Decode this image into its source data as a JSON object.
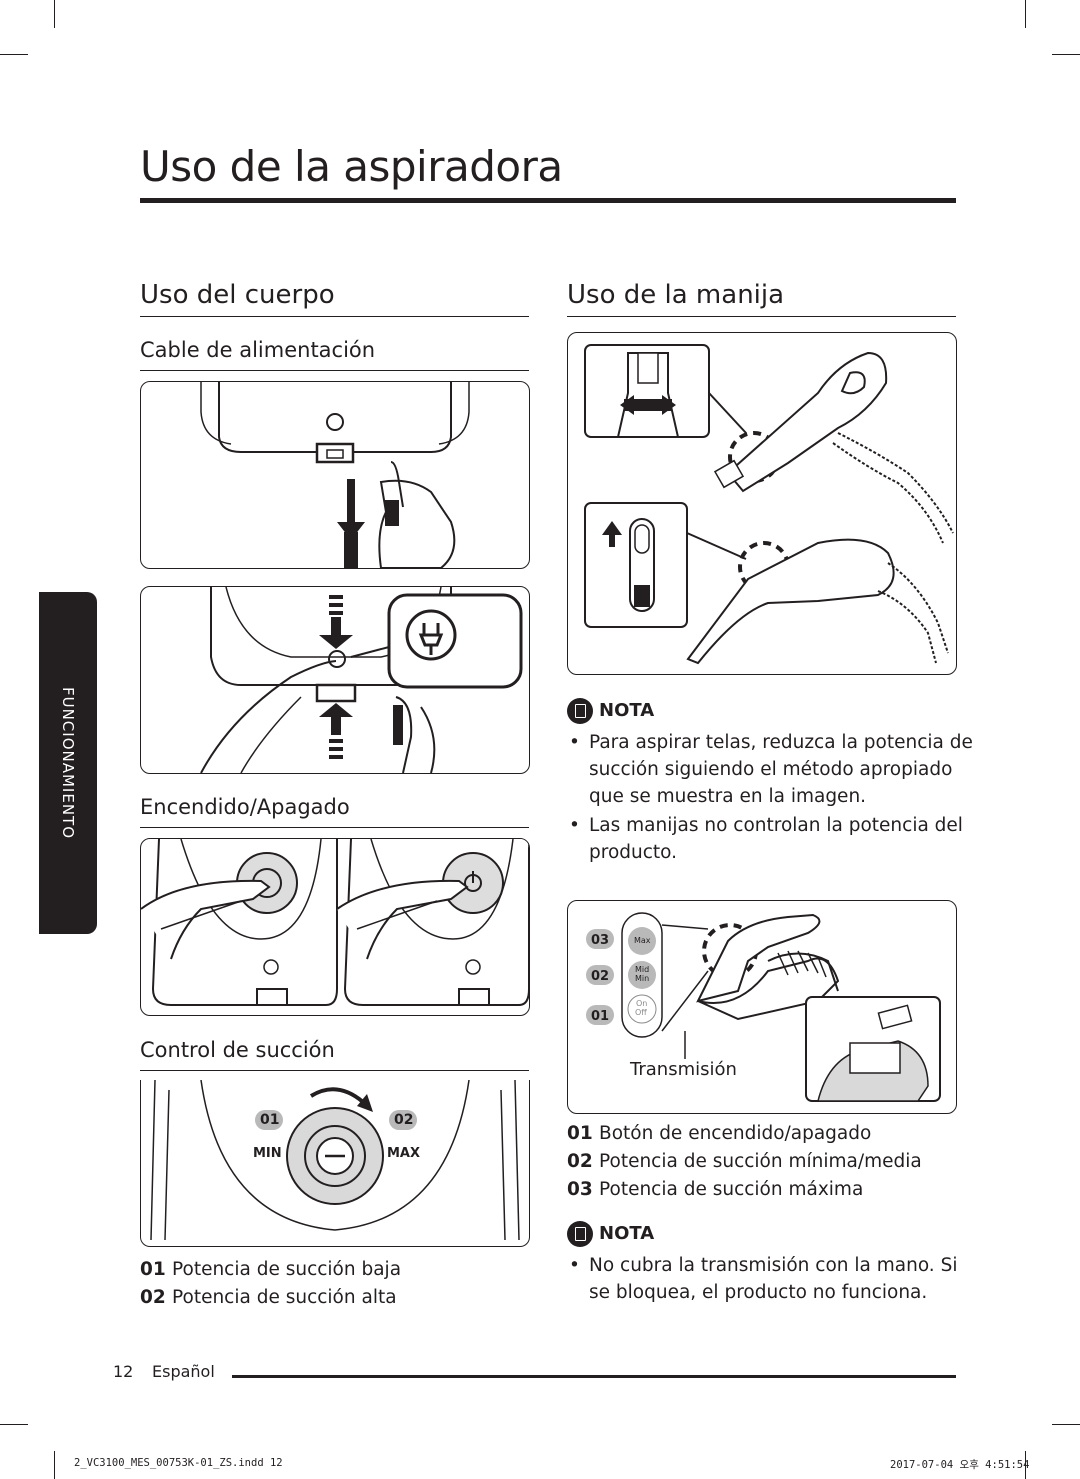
{
  "page_title": "Uso de la aspiradora",
  "side_tab": "FUNCIONAMIENTO",
  "left": {
    "section_title": "Uso del cuerpo",
    "power_cord_title": "Cable de alimentación",
    "on_off_title": "Encendido/Apagado",
    "suction_title": "Control de succión",
    "dial": {
      "label_01": "01",
      "label_02": "02",
      "min": "MIN",
      "max": "MAX"
    },
    "suction_list": [
      {
        "num": "01",
        "text": "Potencia de succión baja"
      },
      {
        "num": "02",
        "text": "Potencia de succión alta"
      }
    ]
  },
  "right": {
    "section_title": "Uso de la manija",
    "note1": {
      "label": "NOTA",
      "items": [
        "Para aspirar telas, reduzca la potencia de succión siguiendo el método apropiado que se muestra en la imagen.",
        "Las manijas no controlan la potencia del producto."
      ]
    },
    "handle_figure": {
      "btn_03": "03",
      "btn_02": "02",
      "btn_01": "01",
      "max": "Max",
      "mid": "Mid",
      "min": "Min",
      "on": "On",
      "off": "Off",
      "caption": "Transmisión"
    },
    "handle_list": [
      {
        "num": "01",
        "text": "Botón de encendido/apagado"
      },
      {
        "num": "02",
        "text": "Potencia de succión mínima/media"
      },
      {
        "num": "03",
        "text": "Potencia de succión máxima"
      }
    ],
    "note2": {
      "label": "NOTA",
      "items": [
        "No cubra la transmisión con la mano. Si se bloquea, el producto no funciona."
      ]
    }
  },
  "footer": {
    "page_number": "12",
    "language": "Español"
  },
  "slug": {
    "file": "2_VC3100_MES_00753K-01_ZS.indd   12",
    "date": "2017-07-04   오후 4:51:54"
  }
}
